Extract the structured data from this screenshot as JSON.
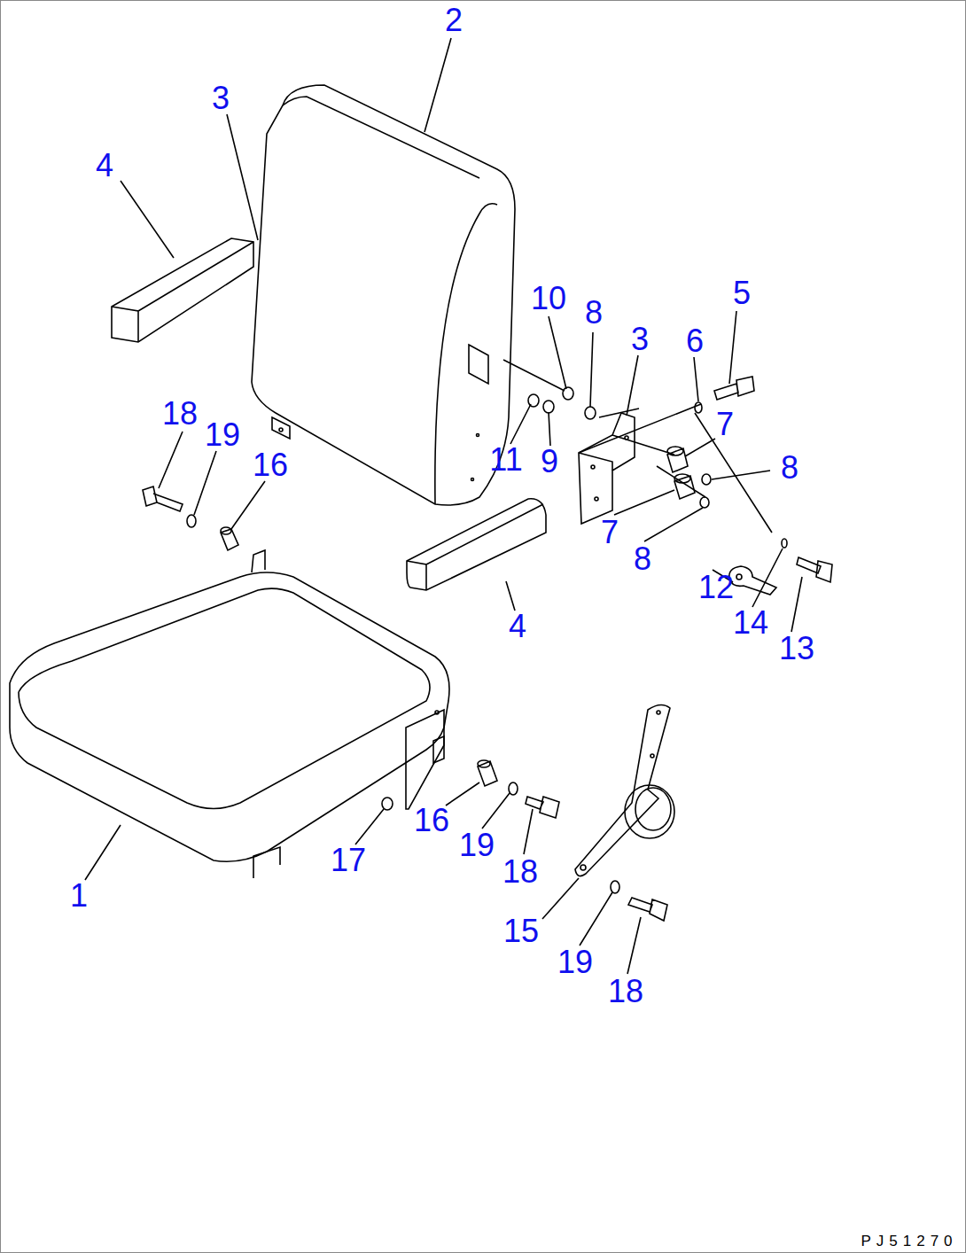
{
  "diagram": {
    "labels": [
      "2",
      "3",
      "4",
      "10",
      "8",
      "3",
      "6",
      "5",
      "18",
      "19",
      "16",
      "7",
      "11",
      "9",
      "8",
      "7",
      "8",
      "12",
      "4",
      "14",
      "13",
      "16",
      "17",
      "19",
      "18",
      "1",
      "15",
      "19",
      "18",
      "PJ51270"
    ]
  }
}
